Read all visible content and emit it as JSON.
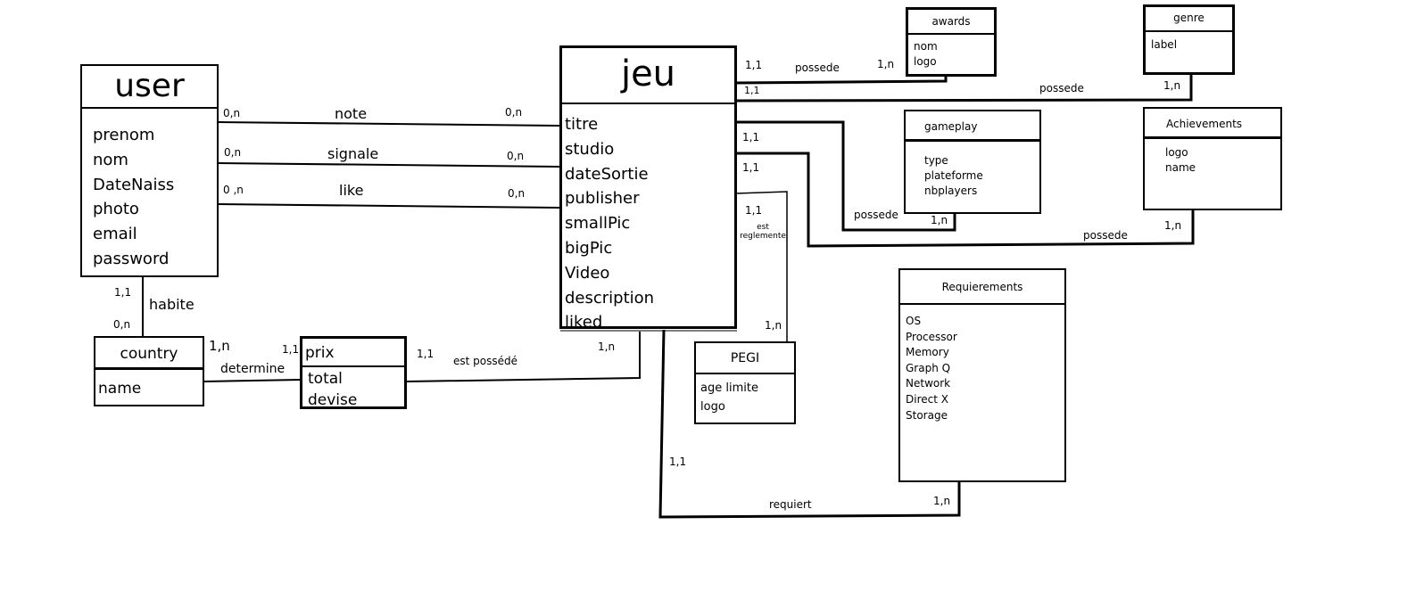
{
  "entities": {
    "user": {
      "title": "user",
      "fields": [
        "prenom",
        "nom",
        "DateNaiss",
        "photo",
        "email",
        "password"
      ]
    },
    "jeu": {
      "title": "jeu",
      "fields": [
        "titre",
        "studio",
        "dateSortie",
        "publisher",
        "smallPic",
        "bigPic",
        "Video",
        "description",
        "liked"
      ]
    },
    "country": {
      "title": "country",
      "fields": [
        "name"
      ]
    },
    "prix": {
      "title": "prix",
      "fields": [
        "total",
        "devise"
      ]
    },
    "awards": {
      "title": "awards",
      "fields": [
        "nom",
        "logo"
      ]
    },
    "genre": {
      "title": "genre",
      "fields": [
        "label"
      ]
    },
    "gameplay": {
      "title": "gameplay",
      "fields": [
        "type",
        "plateforme",
        "nbplayers"
      ]
    },
    "achievements": {
      "title": "Achievements",
      "fields": [
        "logo",
        "name"
      ]
    },
    "pegi": {
      "title": "PEGI",
      "fields": [
        "age limite",
        "logo"
      ]
    },
    "requirements": {
      "title": "Requierements",
      "fields": [
        "OS",
        "Processor",
        "Memory",
        "Graph Q",
        "Network",
        "Direct X",
        "Storage"
      ]
    }
  },
  "relations": {
    "note": "note",
    "signale": "signale",
    "like": "like",
    "habite": "habite",
    "determine": "determine",
    "est_possede": "est possédé",
    "possede_awards": "possede",
    "possede_genre": "possede",
    "possede_gameplay": "possede",
    "possede_achievements": "possede",
    "est_reglemente": "est\nreglemente",
    "requiert": "requiert"
  },
  "cardinalities": {
    "note_user": "0,n",
    "note_jeu": "0,n",
    "signale_user": "0,n",
    "signale_jeu": "0,n",
    "like_user": "0 ,n",
    "like_jeu": "0,n",
    "habite_user": "1,1",
    "habite_country": "0,n",
    "determine_country": "1,n",
    "determine_prix": "1,1",
    "possede_prix": "1,1",
    "possede_jeu": "1,n",
    "awards_jeu": "1,1",
    "awards_awards": "1,n",
    "genre_jeu": "1,1",
    "genre_genre": "1,n",
    "gameplay_jeu": "1,1",
    "gameplay_gameplay": "1,n",
    "achievements_jeu": "1,1",
    "achievements_achievements": "1,n",
    "pegi_jeu": "1,1",
    "pegi_pegi": "1,n",
    "requiert_jeu": "1,1",
    "requiert_requirements": "1,n"
  }
}
